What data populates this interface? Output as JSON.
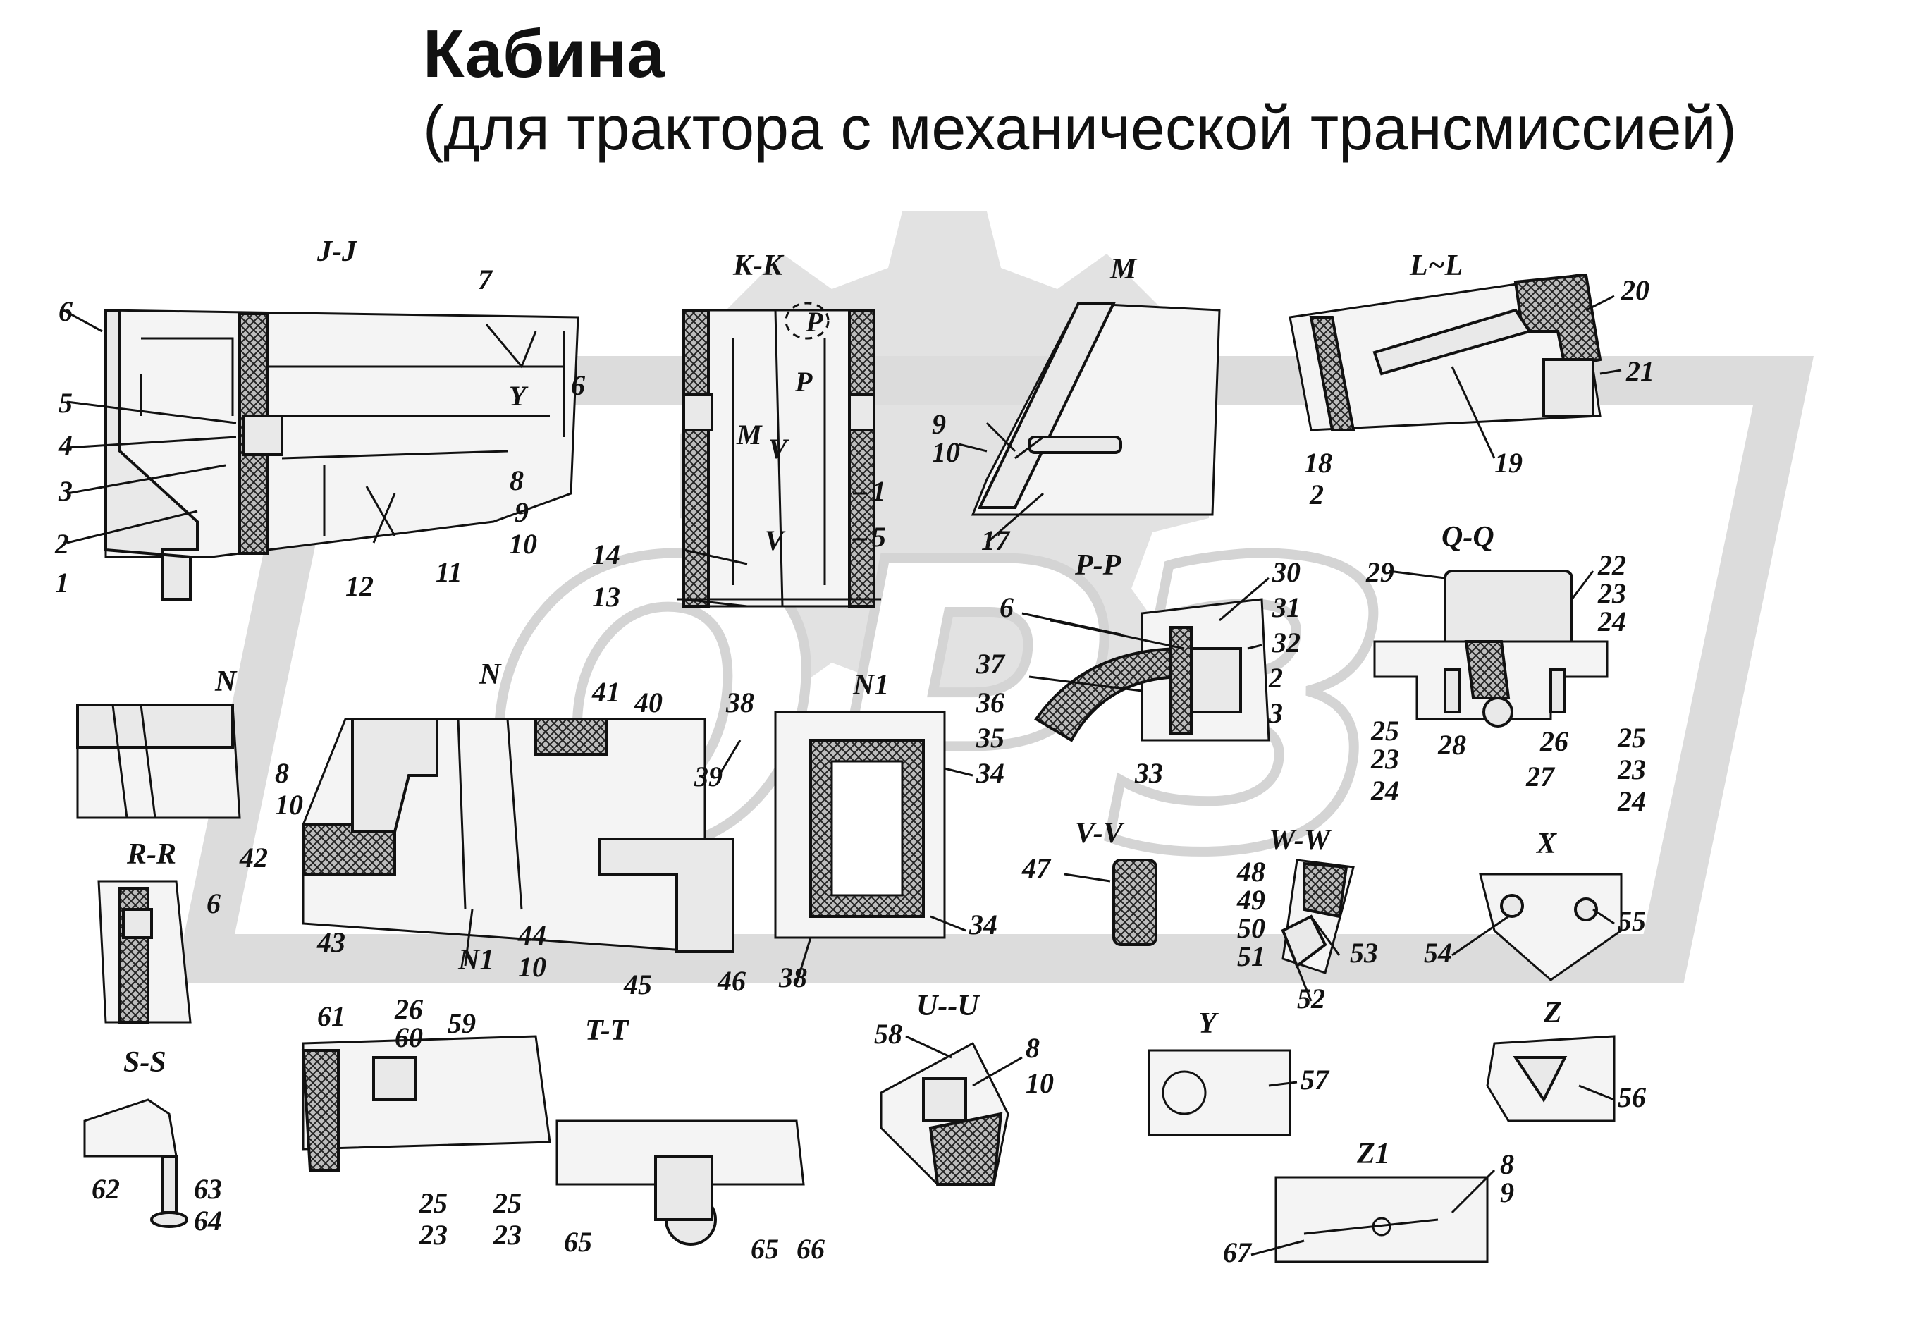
{
  "title": {
    "main": "Кабина",
    "subtitle": "(для трактора с механической трансмиссией)"
  },
  "watermark": {
    "text": "ОРЗ",
    "color": "#dcdcdc"
  },
  "views": [
    {
      "id": "J-J",
      "label": "J-J"
    },
    {
      "id": "K-K",
      "label": "K-K"
    },
    {
      "id": "M",
      "label": "M"
    },
    {
      "id": "L-L",
      "label": "L~L"
    },
    {
      "id": "P-P",
      "label": "P-P"
    },
    {
      "id": "Q-Q",
      "label": "Q-Q"
    },
    {
      "id": "N",
      "label": "N"
    },
    {
      "id": "N-inner",
      "label": "N"
    },
    {
      "id": "N1",
      "label": "N1"
    },
    {
      "id": "N1-arrow",
      "label": "N1"
    },
    {
      "id": "R-R",
      "label": "R-R"
    },
    {
      "id": "V-V",
      "label": "V-V"
    },
    {
      "id": "W-W",
      "label": "W-W"
    },
    {
      "id": "X",
      "label": "X"
    },
    {
      "id": "S-S",
      "label": "S-S"
    },
    {
      "id": "T-T",
      "label": "T-T"
    },
    {
      "id": "U-U",
      "label": "U--U"
    },
    {
      "id": "Y",
      "label": "Y"
    },
    {
      "id": "Z",
      "label": "Z"
    },
    {
      "id": "Z1",
      "label": "Z1"
    }
  ],
  "marks": [
    "Y",
    "P",
    "P",
    "M",
    "V",
    "V"
  ],
  "callouts": [
    "6",
    "5",
    "4",
    "3",
    "2",
    "1",
    "7",
    "6",
    "8",
    "9",
    "10",
    "12",
    "11",
    "14",
    "13",
    "1",
    "5",
    "9",
    "10",
    "17",
    "20",
    "21",
    "18",
    "2",
    "19",
    "6",
    "30",
    "31",
    "32",
    "2",
    "37",
    "36",
    "35",
    "3",
    "33",
    "29",
    "22",
    "23",
    "24",
    "25",
    "23",
    "24",
    "28",
    "26",
    "27",
    "25",
    "23",
    "24",
    "8",
    "10",
    "42",
    "43",
    "41",
    "40",
    "39",
    "44",
    "10",
    "45",
    "46",
    "38",
    "34",
    "34",
    "38",
    "6",
    "47",
    "48",
    "49",
    "50",
    "51",
    "53",
    "52",
    "54",
    "55",
    "62",
    "63",
    "64",
    "61",
    "26",
    "60",
    "59",
    "25",
    "23",
    "25",
    "23",
    "65",
    "65",
    "66",
    "58",
    "8",
    "10",
    "57",
    "56",
    "8",
    "9",
    "67"
  ]
}
